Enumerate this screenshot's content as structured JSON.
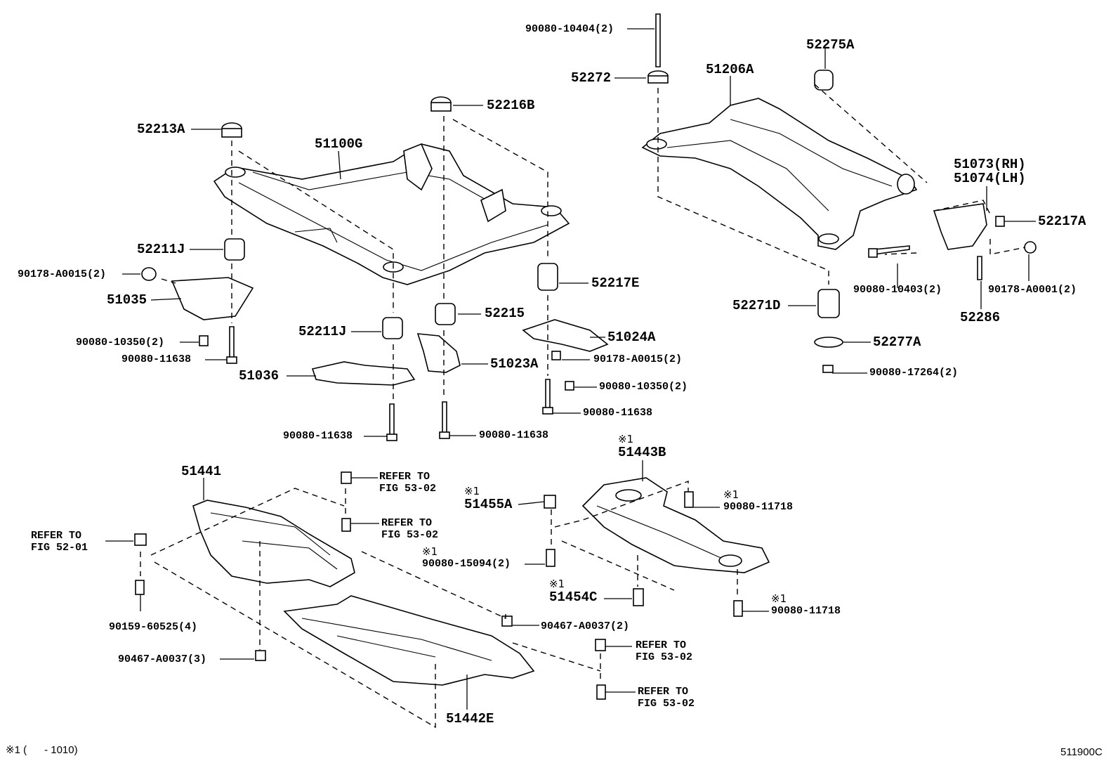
{
  "diagram": {
    "figure_code": "511900C",
    "footnote": "※1 (      - 1010)",
    "note_mark": "※1",
    "parts": {
      "p90080_10404": "90080-10404(2)",
      "p52272": "52272",
      "p52275A": "52275A",
      "p51206A": "51206A",
      "p52216B": "52216B",
      "p52213A": "52213A",
      "p51100G": "51100G",
      "p51073": "51073(RH)",
      "p51074": "51074(LH)",
      "p52217A": "52217A",
      "p52211J_a": "52211J",
      "p90178_A0015_a": "90178-A0015(2)",
      "p51035": "51035",
      "p52217E": "52217E",
      "p90080_10403": "90080-10403(2)",
      "p90178_A0001": "90178-A0001(2)",
      "p52271D": "52271D",
      "p52286": "52286",
      "p52215": "52215",
      "p52211J_b": "52211J",
      "p90080_10350_a": "90080-10350(2)",
      "p51024A": "51024A",
      "p52277A": "52277A",
      "p90080_11638_a": "90080-11638",
      "p51023A": "51023A",
      "p90178_A0015_b": "90178-A0015(2)",
      "p51036": "51036",
      "p90080_17264": "90080-17264(2)",
      "p90080_10350_b": "90080-10350(2)",
      "p90080_11638_b": "90080-11638",
      "p90080_11638_c": "90080-11638",
      "p90080_11638_d": "90080-11638",
      "p51443B": "51443B",
      "p51441": "51441",
      "p51455A": "51455A",
      "p90080_11718_a": "90080-11718",
      "p90080_15094": "90080-15094(2)",
      "p51454C": "51454C",
      "p90080_11718_b": "90080-11718",
      "p90159_60525": "90159-60525(4)",
      "p90467_A0037_2": "90467-A0037(2)",
      "p90467_A0037_3": "90467-A0037(3)",
      "p51442E": "51442E"
    },
    "refs": {
      "fig_52_01": "REFER TO\nFIG 52-01",
      "fig_53_02_a": "REFER TO\nFIG 53-02",
      "fig_53_02_b": "REFER TO\nFIG 53-02",
      "fig_53_02_c": "REFER TO\nFIG 53-02",
      "fig_53_02_d": "REFER TO\nFIG 53-02"
    }
  }
}
